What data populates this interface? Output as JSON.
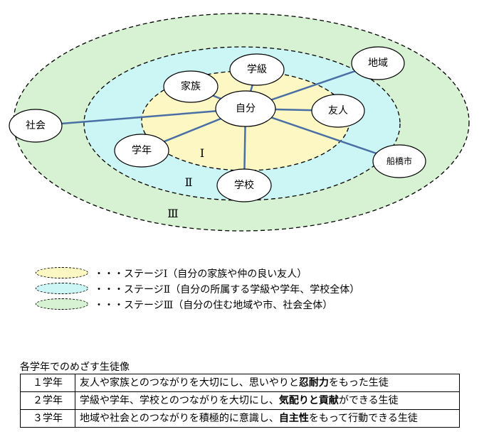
{
  "diagram": {
    "center": "自分",
    "stage1_nodes": [
      "家族",
      "学級",
      "友人",
      "学年",
      "学校"
    ],
    "stage3_nodes": [
      "地域",
      "社会",
      "船橋市"
    ],
    "ring_labels": [
      "Ⅰ",
      "Ⅱ",
      "Ⅲ"
    ],
    "colors": {
      "stage1": "#fdf7c3",
      "stage2": "#ccf5f5",
      "stage3": "#d7f2d2",
      "line": "#4a6fa5"
    }
  },
  "legend": [
    {
      "text": "・・・ステージⅠ（自分の家族や仲の良い友人）",
      "color": "#fdf7c3"
    },
    {
      "text": "・・・ステージⅡ（自分の所属する学級や学年、学校全体）",
      "color": "#ccf5f5"
    },
    {
      "text": "・・・ステージⅢ（自分の住む地域や市、社会全体）",
      "color": "#d7f2d2"
    }
  ],
  "table": {
    "title": "各学年でのめざす生徒像",
    "rows": [
      {
        "grade": "１学年",
        "pre": "友人や家族とのつながりを大切にし、思いやりと",
        "bold": "忍耐力",
        "post": "をもった生徒"
      },
      {
        "grade": "２学年",
        "pre": "学級や学年、学校とのつながりを大切にし、",
        "bold": "気配りと貢献",
        "post": "ができる生徒"
      },
      {
        "grade": "３学年",
        "pre": "地域や社会とのつながりを積極的に意識し、",
        "bold": "自主性",
        "post": "をもって行動できる生徒"
      }
    ]
  }
}
